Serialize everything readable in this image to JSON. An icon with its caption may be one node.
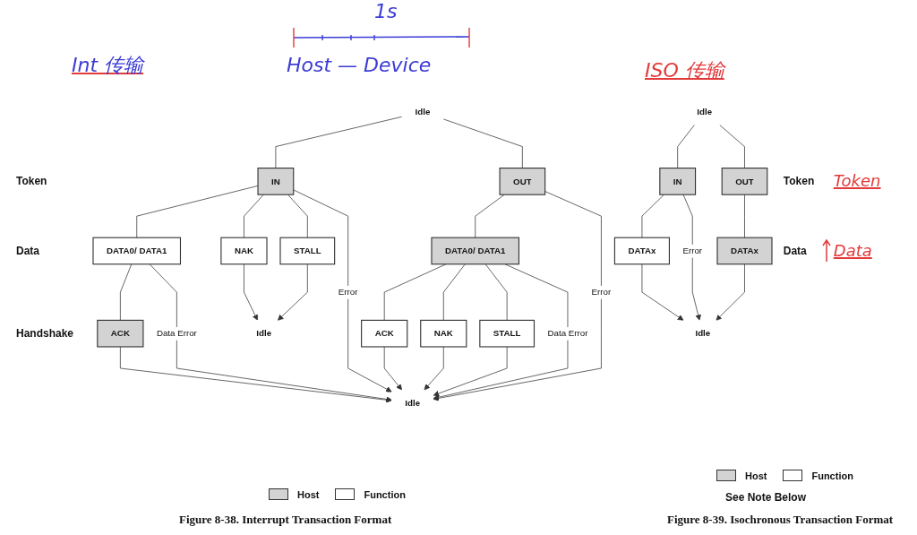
{
  "diagram": {
    "nodes": [
      {
        "text": [
          "Idle"
        ]
      },
      {
        "text": [
          "IN"
        ]
      },
      {
        "text": [
          "OUT"
        ]
      },
      {
        "text": [
          "DATA0/ DATA1"
        ]
      },
      {
        "text": [
          "NAK"
        ]
      },
      {
        "text": [
          "STALL"
        ]
      },
      {
        "text": [
          "DATA0/ DATA1"
        ]
      },
      {
        "text": [
          "Idle"
        ]
      },
      {
        "text": [
          "ACK"
        ]
      },
      {
        "text": [
          "ACK"
        ]
      },
      {
        "text": [
          "NAK"
        ]
      },
      {
        "text": [
          "STALL"
        ]
      },
      {
        "text": [
          "Idle"
        ]
      },
      {
        "text": [
          "Idle"
        ]
      },
      {
        "text": [
          "IN"
        ]
      },
      {
        "text": [
          "OUT"
        ]
      },
      {
        "text": [
          "DATAx"
        ]
      },
      {
        "text": [
          "DATAx"
        ]
      },
      {
        "text": [
          "Idle"
        ]
      }
    ],
    "edges": [
      {
        "from": 0,
        "to": 1,
        "arrow": "none"
      },
      {
        "from": 0,
        "to": 2,
        "arrow": "none"
      },
      {
        "from": 1,
        "to": 3,
        "arrow": "none"
      },
      {
        "from": 1,
        "to": 4,
        "arrow": "none"
      },
      {
        "from": 1,
        "to": 5,
        "arrow": "none"
      },
      {
        "from": 1,
        "to": 12,
        "arrow": "to",
        "label": "Error"
      },
      {
        "from": 4,
        "to": 7,
        "arrow": "to"
      },
      {
        "from": 5,
        "to": 7,
        "arrow": "to"
      },
      {
        "from": 3,
        "to": 8,
        "arrow": "none"
      },
      {
        "from": 3,
        "to": 12,
        "arrow": "to",
        "label": "Data Error"
      },
      {
        "from": 8,
        "to": 12,
        "arrow": "to"
      },
      {
        "from": 2,
        "to": 6,
        "arrow": "none"
      },
      {
        "from": 2,
        "to": 12,
        "arrow": "to",
        "label": "Error"
      },
      {
        "from": 6,
        "to": 9,
        "arrow": "none"
      },
      {
        "from": 6,
        "to": 10,
        "arrow": "none"
      },
      {
        "from": 6,
        "to": 11,
        "arrow": "none"
      },
      {
        "from": 6,
        "to": 12,
        "arrow": "to",
        "label": "Data Error"
      },
      {
        "from": 9,
        "to": 12,
        "arrow": "to"
      },
      {
        "from": 10,
        "to": 12,
        "arrow": "to"
      },
      {
        "from": 11,
        "to": 12,
        "arrow": "to"
      },
      {
        "from": 13,
        "to": 14,
        "arrow": "none"
      },
      {
        "from": 13,
        "to": 15,
        "arrow": "none"
      },
      {
        "from": 14,
        "to": 16,
        "arrow": "none"
      },
      {
        "from": 14,
        "to": 18,
        "arrow": "to",
        "label": "Error"
      },
      {
        "from": 16,
        "to": 18,
        "arrow": "to"
      },
      {
        "from": 15,
        "to": 17,
        "arrow": "none"
      },
      {
        "from": 17,
        "to": 18,
        "arrow": "to"
      }
    ],
    "labels": [
      "1s",
      "Int 传输",
      "Host — Device",
      "ISO 传输",
      "Token",
      "Data",
      "Handshake",
      "Token",
      "Token",
      "Data",
      "Data",
      "See Note Below",
      "Figure 8-39. Isochronous Transaction Format",
      "Figure 8-38. Interrupt Transaction Format"
    ],
    "legend": [
      {
        "text": "Host",
        "color": "#d3d3d3"
      },
      {
        "text": "Function",
        "color": "#ffffff"
      },
      {
        "text": "Host",
        "color": "#d3d3d3"
      },
      {
        "text": "Function",
        "color": "#ffffff"
      }
    ]
  }
}
